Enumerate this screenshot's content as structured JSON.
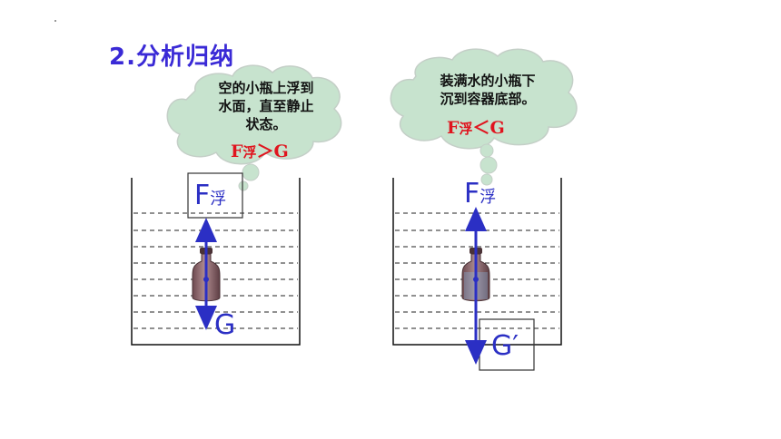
{
  "title": "2.分析归纳",
  "left": {
    "cloud_lines": [
      "空的小瓶上浮到",
      "水面，直至静止",
      "状态。"
    ],
    "formula": {
      "f": "F",
      "sub": "浮",
      "rel": "＞",
      "g": "G"
    },
    "force_up": {
      "f": "F",
      "sub": "浮"
    },
    "force_down": "G"
  },
  "right": {
    "cloud_lines": [
      "装满水的小瓶下",
      "沉到容器底部。"
    ],
    "formula": {
      "f": "F",
      "sub": "浮",
      "rel": "＜",
      "g": "G"
    },
    "force_up": {
      "f": "F",
      "sub": "浮"
    },
    "force_down": "G′"
  },
  "colors": {
    "title": "#3a2ad6",
    "cloud_fill": "#c7e3ce",
    "cloud_stroke": "#c0ccc4",
    "formula": "#e0141e",
    "force_arrow": "#2b2fc4",
    "bottle": "#7a5a5e"
  }
}
